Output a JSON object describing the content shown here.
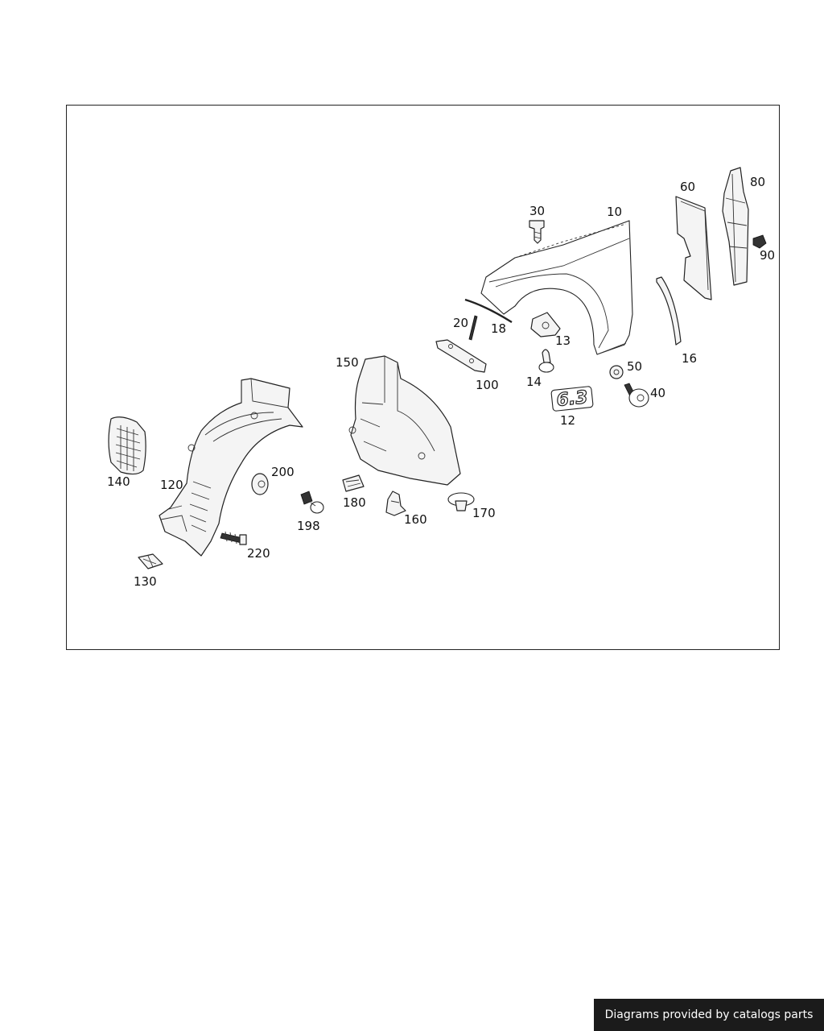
{
  "callouts": {
    "c10": "10",
    "c12": "12",
    "c13": "13",
    "c14": "14",
    "c16": "16",
    "c18": "18",
    "c20": "20",
    "c30": "30",
    "c40": "40",
    "c50": "50",
    "c60": "60",
    "c80": "80",
    "c90": "90",
    "c100": "100",
    "c120": "120",
    "c130": "130",
    "c140": "140",
    "c150": "150",
    "c160": "160",
    "c170": "170",
    "c180": "180",
    "c198": "198",
    "c200": "200",
    "c220": "220"
  },
  "badge_text": "6.3",
  "credit": "Diagrams provided by catalogs parts"
}
